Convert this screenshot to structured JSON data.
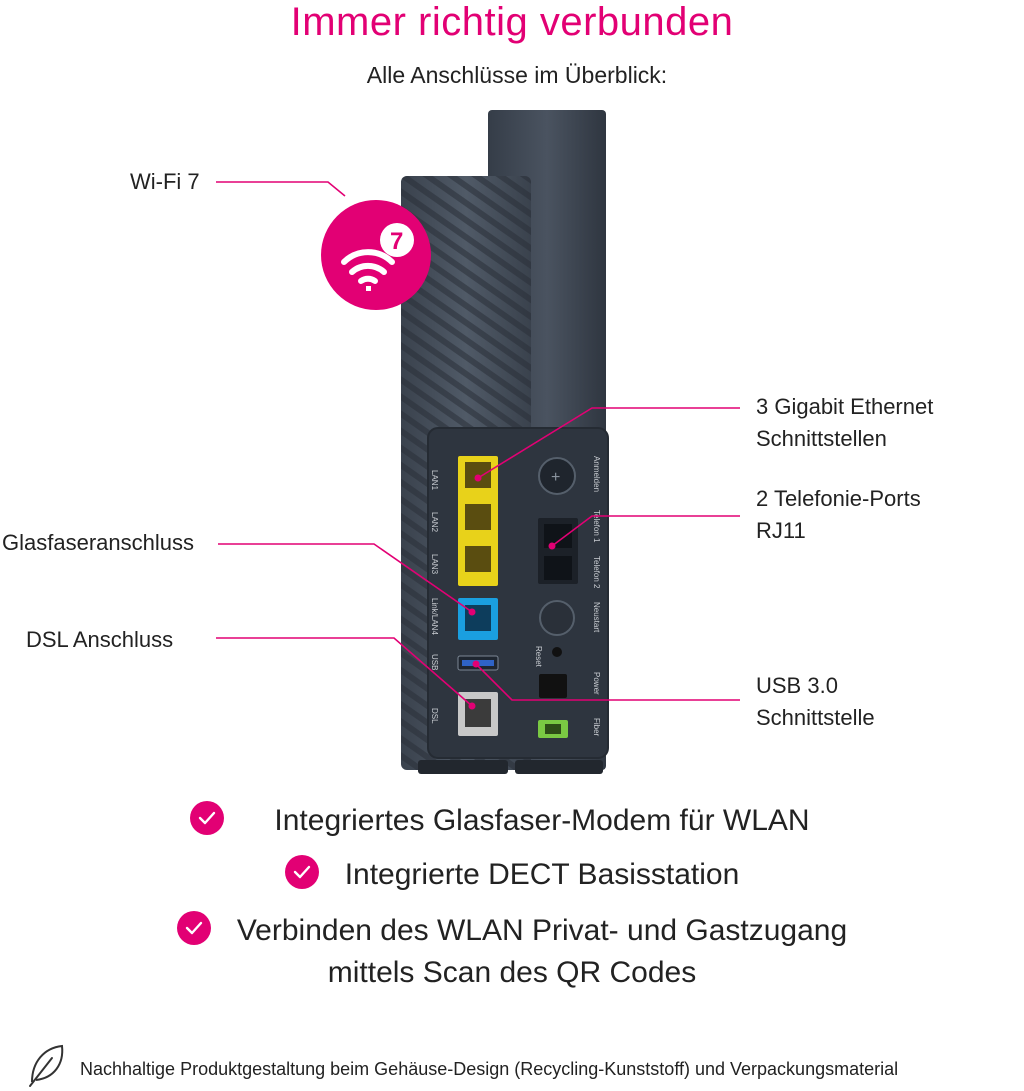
{
  "header": {
    "title": "Immer richtig verbunden",
    "subtitle": "Alle Anschlüsse im Überblick:"
  },
  "callouts": {
    "wifi": "Wi-Fi 7",
    "wifi_badge": "7",
    "ethernet_line1": "3 Gigabit Ethernet",
    "ethernet_line2": "Schnittstellen",
    "phone_line1": "2 Telefonie-Ports",
    "phone_line2": "RJ11",
    "fiber": "Glasfaseranschluss",
    "dsl": "DSL Anschluss",
    "usb_line1": "USB 3.0",
    "usb_line2": "Schnittstelle"
  },
  "device_labels": {
    "lan1": "LAN1",
    "lan2": "LAN2",
    "lan3": "LAN3",
    "lan4": "Link/LAN4",
    "usb": "USB",
    "dsl": "DSL",
    "anmelden": "Anmelden",
    "telefon1": "Telefon 1",
    "telefon2": "Telefon 2",
    "neustart": "Neustart",
    "reset": "Reset",
    "power": "Power",
    "fiber": "Fiber"
  },
  "features": [
    "Integriertes Glasfaser-Modem für WLAN",
    "Integrierte DECT Basisstation",
    "Verbinden des WLAN Privat- und Gastzugang",
    "mittels Scan des QR Codes"
  ],
  "footer": {
    "text": "Nachhaltige Produktgestaltung beim Gehäuse-Design (Recycling-Kunststoff) und Verpackungsmaterial"
  },
  "colors": {
    "accent": "#e20074",
    "device_body": "#3d4652",
    "lan_port": "#e8d21a",
    "fiber_lan_port": "#1a9fe0",
    "dsl_port": "#c8c8c8",
    "fiber_port": "#7ac943"
  },
  "icons": [
    "wifi-7-icon",
    "check-icon",
    "leaf-icon"
  ]
}
